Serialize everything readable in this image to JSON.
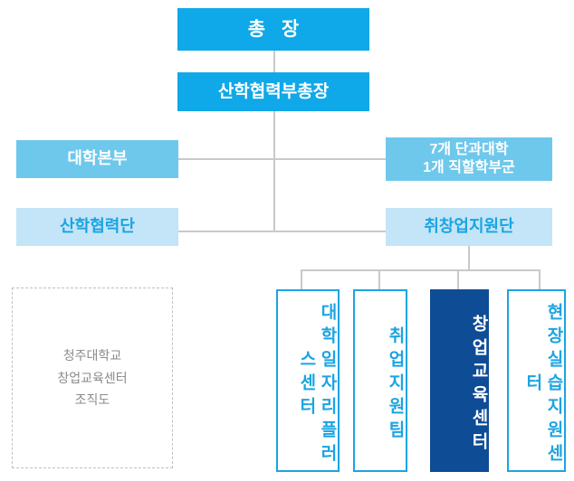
{
  "chart_data": {
    "type": "diagram",
    "title": "청주대학교 창업교육센터 조직도",
    "orientation": "top-down organizational chart"
  },
  "colors": {
    "primary": "#0fa8e8",
    "mid": "#6ec8ec",
    "light": "#c3e5f7",
    "navy": "#0e4c96",
    "outline_border": "#1ba4e2",
    "line": "#c8c9ca",
    "caption_text": "#8b8b8b"
  },
  "nodes": {
    "president": {
      "label": "총 장"
    },
    "vice_president": {
      "label": "산학협력부총장"
    },
    "university_hq": {
      "label": "대학본부"
    },
    "colleges": {
      "line1": "7개 단과대학",
      "line2": "1개 직할학부군"
    },
    "industry_cooperation": {
      "label": "산학협력단"
    },
    "career_startup_group": {
      "label": "취창업지원단"
    }
  },
  "leaf_nodes": [
    {
      "label": "대학일자리플러스센터",
      "style": "outline"
    },
    {
      "label": "취업지원팀",
      "style": "outline"
    },
    {
      "label": "창업교육센터",
      "style": "navy"
    },
    {
      "label": "현장실습지원센터",
      "style": "outline"
    }
  ],
  "caption": {
    "line1": "청주대학교",
    "line2": "창업교육센터",
    "line3": "조직도"
  }
}
